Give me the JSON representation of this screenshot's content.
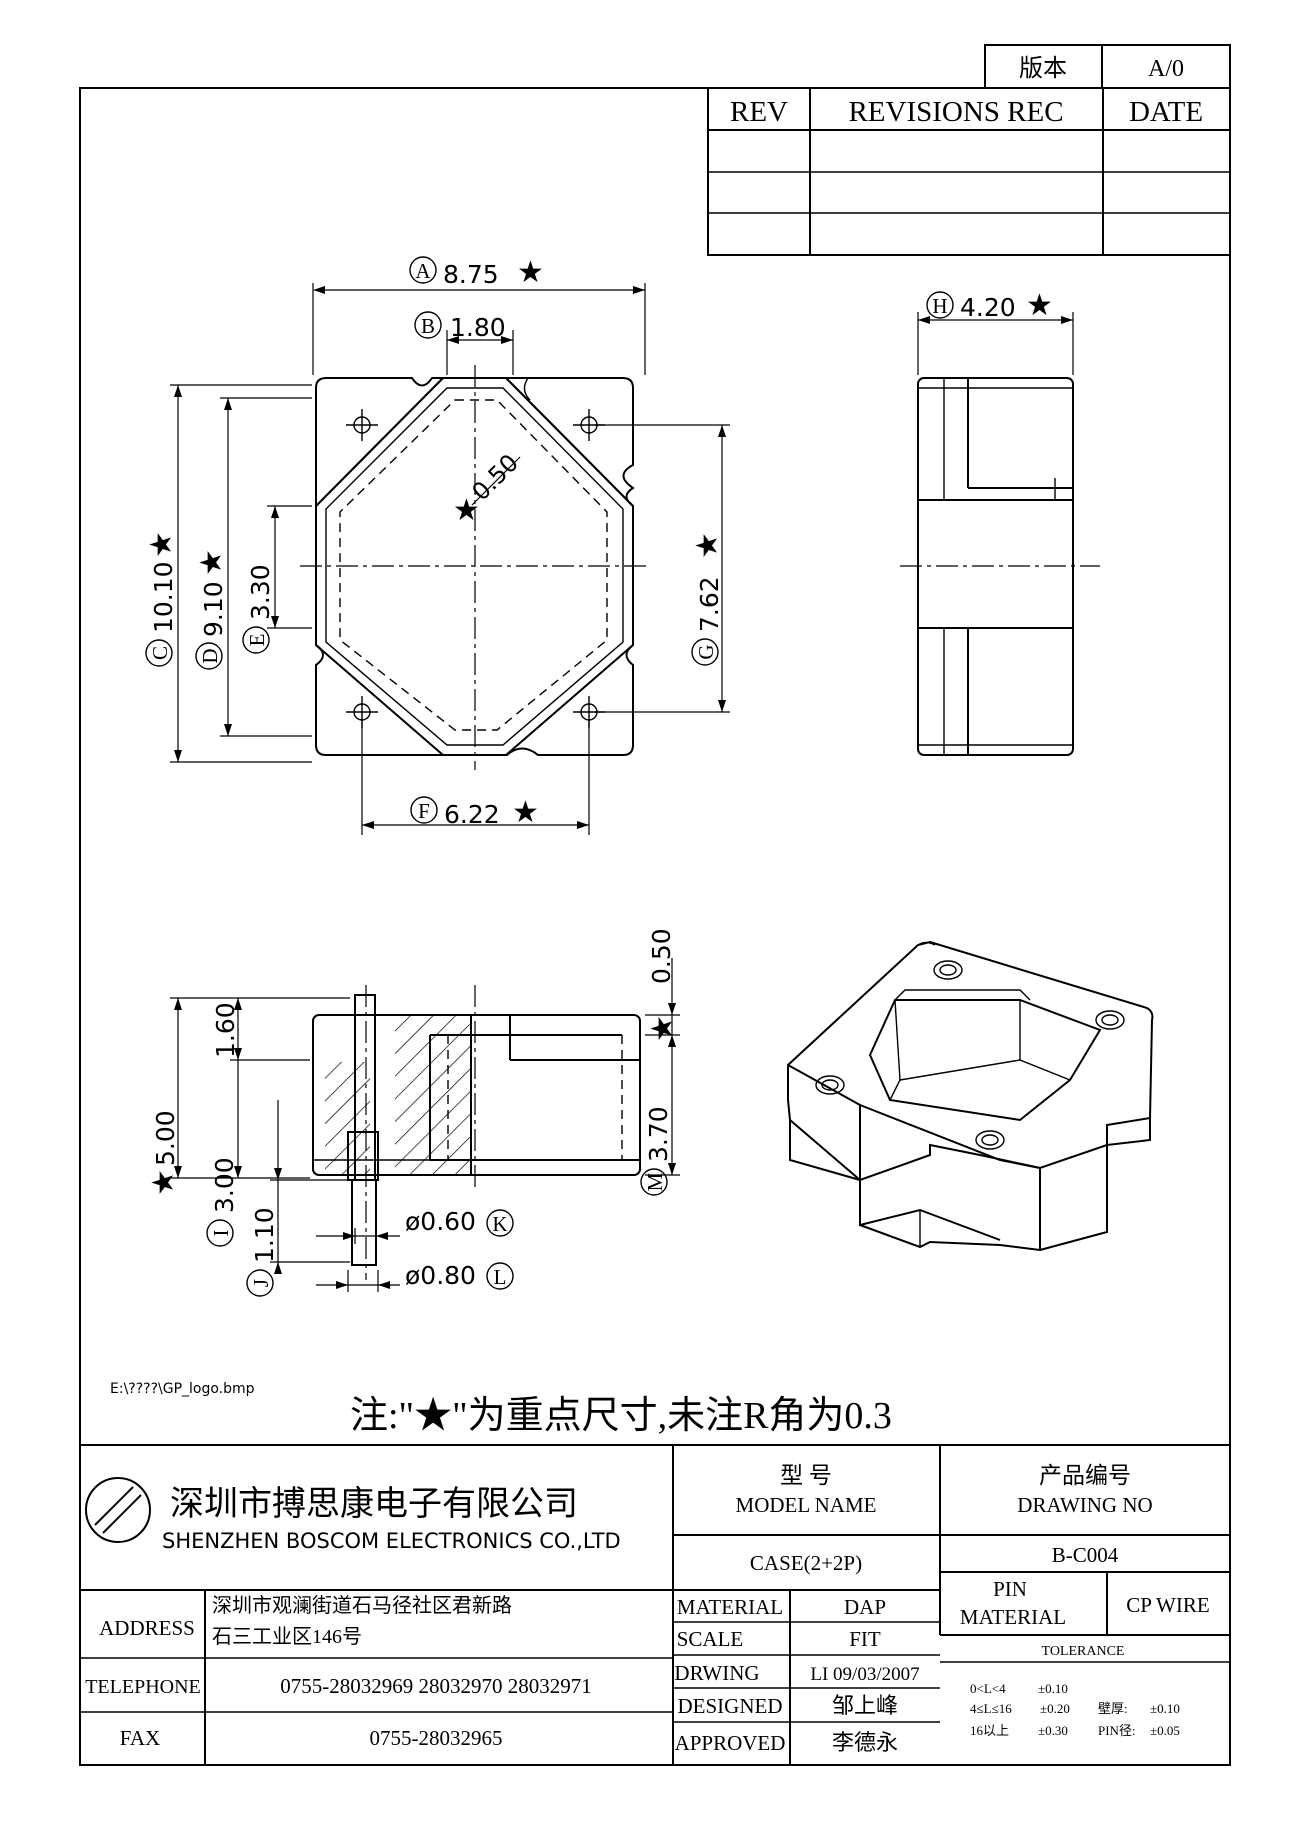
{
  "version_box": {
    "label": "版本",
    "value": "A/0"
  },
  "revisions": {
    "headers": [
      "REV",
      "REVISIONS REC",
      "DATE"
    ],
    "rows": [
      [
        "",
        "",
        ""
      ],
      [
        "",
        "",
        ""
      ],
      [
        "",
        "",
        ""
      ]
    ]
  },
  "dimensions": {
    "A": "8.75",
    "B": "1.80",
    "C": "10.10",
    "D": "9.10",
    "E": "3.30",
    "F": "6.22",
    "G": "7.62",
    "H": "4.20",
    "hole": "0.50",
    "I": "3.00",
    "J": "1.10",
    "K": "ø0.60",
    "L": "ø0.80",
    "M": "3.70",
    "top_gap": "0.50",
    "upper": "1.60",
    "total_height": "5.00"
  },
  "letters": {
    "A": "A",
    "B": "B",
    "C": "C",
    "D": "D",
    "E": "E",
    "F": "F",
    "G": "G",
    "H": "H",
    "I": "I",
    "J": "J",
    "K": "K",
    "L": "L",
    "M": "M"
  },
  "star": "★",
  "file_path": "E:\\????\\GP_logo.bmp",
  "note": "注:\"★\"为重点尺寸,未注R角为0.3",
  "company": {
    "name_cn": "深圳市搏思康电子有限公司",
    "name_en": "SHENZHEN BOSCOM ELECTRONICS CO.,LTD"
  },
  "title_block": {
    "model_name_cn": "型    号",
    "model_name_en": "MODEL NAME",
    "drawing_no_cn": "产品编号",
    "drawing_no_en": "DRAWING NO",
    "model_value": "CASE(2+2P)",
    "drawing_value": "B-C004",
    "address_label": "ADDRESS",
    "address_line1": "深圳市观澜街道石马径社区君新路",
    "address_line2": "石三工业区146号",
    "telephone_label": "TELEPHONE",
    "telephone_value": "0755-28032969 28032970 28032971",
    "fax_label": "FAX",
    "fax_value": "0755-28032965",
    "material_label": "MATERIAL",
    "material_value": "DAP",
    "scale_label": "SCALE",
    "scale_value": "FIT",
    "drawing_label": "DRWING",
    "drawing_by": "LI 09/03/2007",
    "designed_label": "DESIGNED",
    "designed_by": "邹上峰",
    "approved_label": "APPROVED",
    "approved_by": "李德永",
    "pin_material_label1": "PIN",
    "pin_material_label2": "MATERIAL",
    "pin_material_value": "CP WIRE",
    "tolerance_label": "TOLERANCE",
    "tolerances": [
      "0<L<4",
      "±0.10",
      "4≤L≤16",
      "±0.20",
      "壁厚:",
      "±0.10",
      "16以上",
      "±0.30",
      "PIN径:",
      "±0.05"
    ]
  }
}
